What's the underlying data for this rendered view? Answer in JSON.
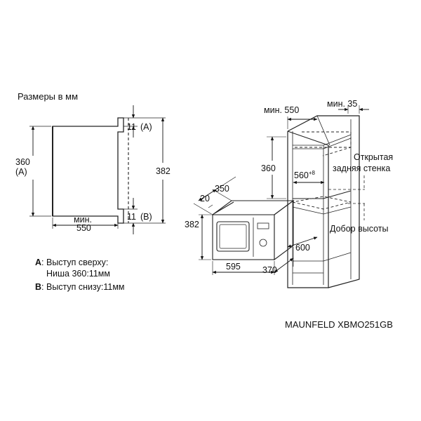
{
  "title": "Размеры в мм",
  "model": "MAUNFELD XBMO251GB",
  "legend": {
    "a_key": "A",
    "a_text_1": ": Выступ сверху:",
    "a_text_2": "Ниша 360:11мм",
    "b_key": "B",
    "b_text": ": Выступ снизу:11мм"
  },
  "side_view": {
    "height_360": "360",
    "height_a": "(A)",
    "top_offset": "11",
    "top_offset_key": "(A)",
    "bottom_offset": "11",
    "bottom_offset_key": "(B)",
    "total_height": "382",
    "min_label": "мин.",
    "depth": "550"
  },
  "microwave": {
    "depth_top": "350",
    "frame_depth": "20",
    "height": "382",
    "width": "595",
    "depth_side": "370"
  },
  "cabinet": {
    "min_width_label": "мин. 550",
    "min_back_label": "мин. 35",
    "niche_height": "360",
    "niche_width": "560",
    "niche_width_tol": "+8",
    "open_back_1": "Открытая",
    "open_back_2": "задняя стенка",
    "height_shelf": "Добор высоты",
    "cabinet_depth": "600"
  }
}
